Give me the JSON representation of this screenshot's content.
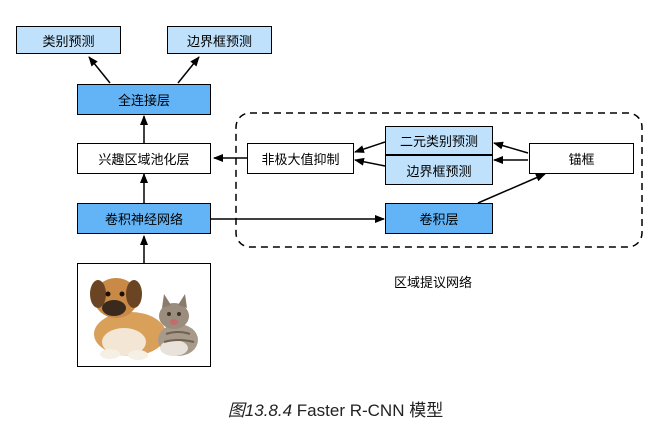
{
  "boxes": {
    "class_pred_top": "类别预测",
    "bbox_pred_top": "边界框预测",
    "fc_layer": "全连接层",
    "roi_pooling": "兴趣区域池化层",
    "cnn": "卷积神经网络",
    "nms": "非极大值抑制",
    "binary_class_pred": "二元类别预测",
    "bbox_pred_rpn": "边界框预测",
    "anchor_box": "锚框",
    "conv_layer": "卷积层"
  },
  "rpn_label": "区域提议网络",
  "caption": {
    "figure_no": "图13.8.4",
    "title": "Faster R-CNN 模型"
  },
  "image": {
    "description_icon": "puppy-and-kitten-photo"
  },
  "colors": {
    "dark_box": "#62b4f7",
    "light_box": "#bfe1fb"
  }
}
